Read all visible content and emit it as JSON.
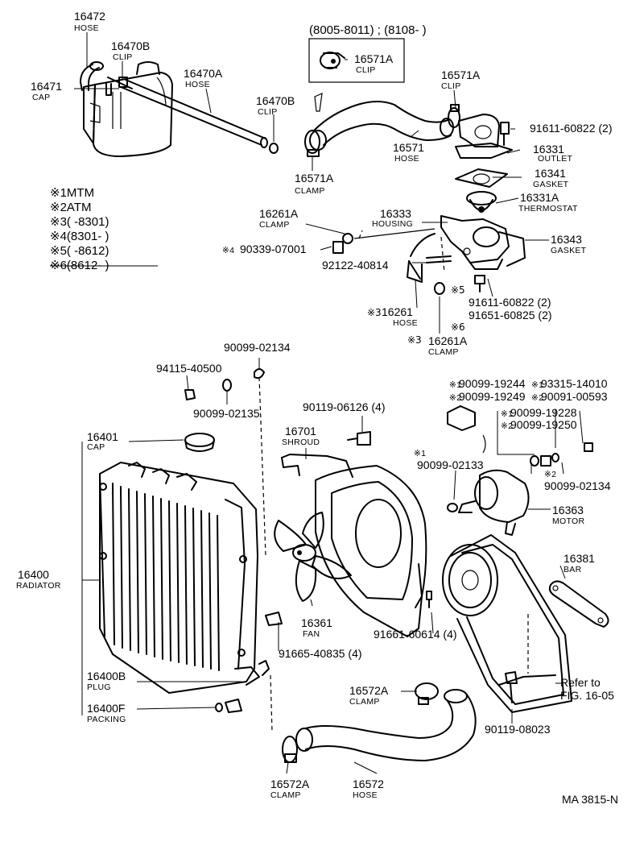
{
  "header": {
    "range_note": "(8005-8011) ; (8108-            )"
  },
  "legend": [
    {
      "mark": "※1",
      "text": "MTM"
    },
    {
      "mark": "※2",
      "text": "ATM"
    },
    {
      "mark": "※3",
      "text": "(        -8301)"
    },
    {
      "mark": "※4",
      "text": "(8301-           )"
    },
    {
      "mark": "※5",
      "text": "(        -8612)"
    },
    {
      "mark": "※6",
      "text": "(8612-           )"
    }
  ],
  "parts": {
    "p16472": {
      "num": "16472",
      "name": "HOSE"
    },
    "p16470B_top": {
      "num": "16470B",
      "name": "CLIP"
    },
    "p16470A": {
      "num": "16470A",
      "name": "HOSE"
    },
    "p16471": {
      "num": "16471",
      "name": "CAP"
    },
    "p16470B_mid": {
      "num": "16470B",
      "name": "CLIP"
    },
    "p16571A_box": {
      "num": "16571A",
      "name": "CLIP"
    },
    "p16571A_right": {
      "num": "16571A",
      "name": "CLIP"
    },
    "p16571A_clamp": {
      "num": "16571A",
      "name": "CLAMP"
    },
    "p16571": {
      "num": "16571",
      "name": "HOSE"
    },
    "p91611_top": {
      "num": "91611-60822 (2)"
    },
    "p16331": {
      "num": "16331",
      "name": "OUTLET"
    },
    "p16341": {
      "num": "16341",
      "name": "GASKET"
    },
    "p16331A": {
      "num": "16331A",
      "name": "THERMOSTAT"
    },
    "p16261A_top": {
      "num": "16261A",
      "name": "CLAMP"
    },
    "p16333": {
      "num": "16333",
      "name": "HOUSING"
    },
    "p16343": {
      "num": "16343",
      "name": "GASKET"
    },
    "p90339": {
      "mark": "※4",
      "num": "90339-07001"
    },
    "p92122": {
      "num": "92122-40814"
    },
    "p91611_mid": {
      "num": "91611-60822 (2)"
    },
    "p91651": {
      "num": "91651-60825 (2)"
    },
    "p16261": {
      "mark": "※3",
      "num": "16261",
      "name": "HOSE"
    },
    "p16261A_bot": {
      "mark": "※3",
      "num": "16261A",
      "name": "CLAMP"
    },
    "mark5": {
      "mark": "※5"
    },
    "mark6": {
      "mark": "※6"
    },
    "p90099_02134_top": {
      "num": "90099-02134"
    },
    "p94115": {
      "num": "94115-40500"
    },
    "p90099_02135": {
      "num": "90099-02135"
    },
    "p90119_06126": {
      "num": "90119-06126 (4)"
    },
    "p16701": {
      "num": "16701",
      "name": "SHROUD"
    },
    "p16401": {
      "num": "16401",
      "name": "CAP"
    },
    "p16400": {
      "num": "16400",
      "name": "RADIATOR"
    },
    "p16361": {
      "num": "16361",
      "name": "FAN"
    },
    "p91661": {
      "num": "91661-60614 (4)"
    },
    "p91665": {
      "num": "91665-40835 (4)"
    },
    "p16400B": {
      "num": "16400B",
      "name": "PLUG"
    },
    "p16400F": {
      "num": "16400F",
      "name": "PACKING"
    },
    "motor_bolts": [
      {
        "mark": "※1",
        "num": "90099-19244"
      },
      {
        "mark": "※1",
        "num": "93315-14010"
      },
      {
        "mark": "※2",
        "num": "90099-19249"
      },
      {
        "mark": "※2",
        "num": "90091-00593"
      },
      {
        "mark": "※1",
        "num": "90099-19228"
      },
      {
        "mark": "※2",
        "num": "90099-19250"
      }
    ],
    "p90099_02133": {
      "mark": "※1",
      "num": "90099-02133"
    },
    "p90099_02134_right": {
      "mark": "※2",
      "num": "90099-02134"
    },
    "p16363": {
      "num": "16363",
      "name": "MOTOR"
    },
    "p16381": {
      "num": "16381",
      "name": "BAR"
    },
    "refer": {
      "line1": "Refer to",
      "line2": "FIG. 16-05"
    },
    "p90119_08023": {
      "num": "90119-08023"
    },
    "p16572A_top": {
      "num": "16572A",
      "name": "CLAMP"
    },
    "p16572A_bot": {
      "num": "16572A",
      "name": "CLAMP"
    },
    "p16572": {
      "num": "16572",
      "name": "HOSE"
    }
  },
  "footer": {
    "code": "MA 3815-N"
  }
}
